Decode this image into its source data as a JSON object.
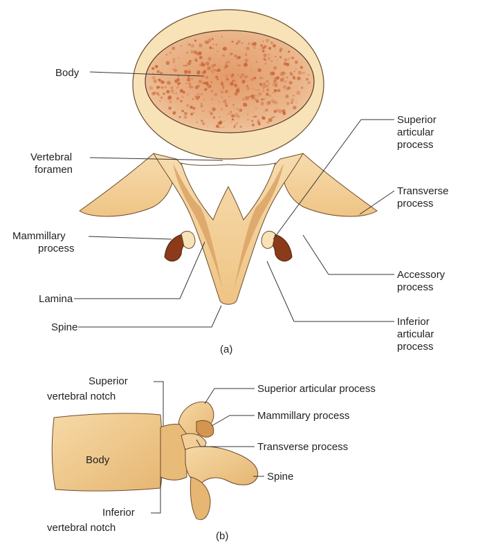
{
  "figure_a": {
    "labels": {
      "body": "Body",
      "vertebral_foramen_1": "Vertebral",
      "vertebral_foramen_2": "foramen",
      "mammillary_1": "Mammillary",
      "mammillary_2": "process",
      "lamina": "Lamina",
      "spine": "Spine",
      "superior_articular_1": "Superior",
      "superior_articular_2": "articular",
      "superior_articular_3": "process",
      "transverse_1": "Transverse",
      "transverse_2": "process",
      "accessory_1": "Accessory",
      "accessory_2": "process",
      "inferior_articular_1": "Inferior",
      "inferior_articular_2": "articular",
      "inferior_articular_3": "process"
    },
    "caption": "(a)"
  },
  "figure_b": {
    "labels": {
      "superior_notch_1": "Superior",
      "superior_notch_2": "vertebral notch",
      "body": "Body",
      "inferior_notch_1": "Inferior",
      "inferior_notch_2": "vertebral notch",
      "superior_articular": "Superior articular process",
      "mammillary": "Mammillary process",
      "transverse": "Transverse process",
      "spine": "Spine"
    },
    "caption": "(b)"
  },
  "colors": {
    "bone": "#f3cf98",
    "bone_light": "#f8e2b8",
    "bone_shadow": "#d9a465",
    "spongy": "#e8a878",
    "spongy_dots": "#c4592a",
    "outline": "#5a3a20"
  }
}
